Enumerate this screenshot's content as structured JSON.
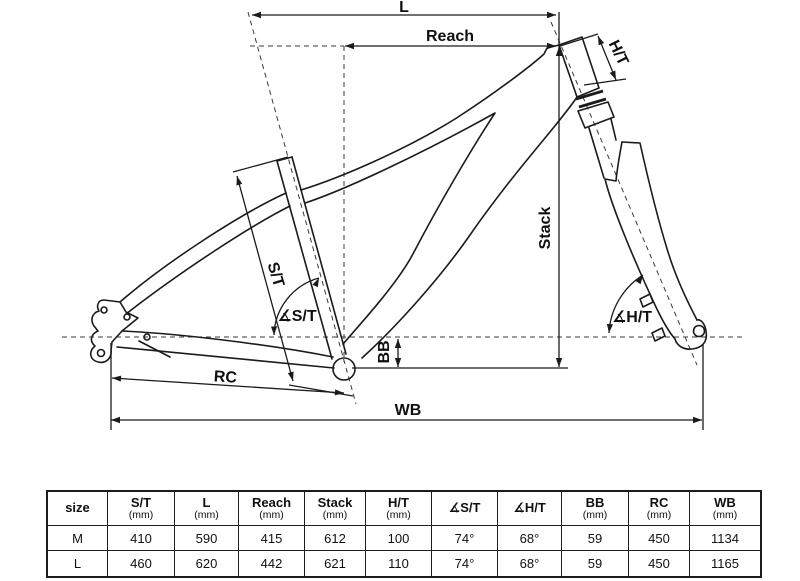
{
  "diagram": {
    "labels": {
      "l": "L",
      "reach": "Reach",
      "ht": "H/T",
      "stack": "Stack",
      "st": "S/T",
      "st_angle": "∡S/T",
      "ht_angle": "∡H/T",
      "bb": "BB",
      "rc": "RC",
      "wb": "WB"
    },
    "line_color": "#1b1b1b"
  },
  "table": {
    "headers": [
      {
        "label": "size",
        "sub": ""
      },
      {
        "label": "S/T",
        "sub": "(mm)"
      },
      {
        "label": "L",
        "sub": "(mm)"
      },
      {
        "label": "Reach",
        "sub": "(mm)"
      },
      {
        "label": "Stack",
        "sub": "(mm)"
      },
      {
        "label": "H/T",
        "sub": "(mm)"
      },
      {
        "label": "∡S/T",
        "sub": ""
      },
      {
        "label": "∡H/T",
        "sub": ""
      },
      {
        "label": "BB",
        "sub": "(mm)"
      },
      {
        "label": "RC",
        "sub": "(mm)"
      },
      {
        "label": "WB",
        "sub": "(mm)"
      }
    ],
    "rows": [
      {
        "cells": [
          "M",
          "410",
          "590",
          "415",
          "612",
          "100",
          "74°",
          "68°",
          "59",
          "450",
          "1134"
        ]
      },
      {
        "cells": [
          "L",
          "460",
          "620",
          "442",
          "621",
          "110",
          "74°",
          "68°",
          "59",
          "450",
          "1165"
        ]
      }
    ]
  }
}
